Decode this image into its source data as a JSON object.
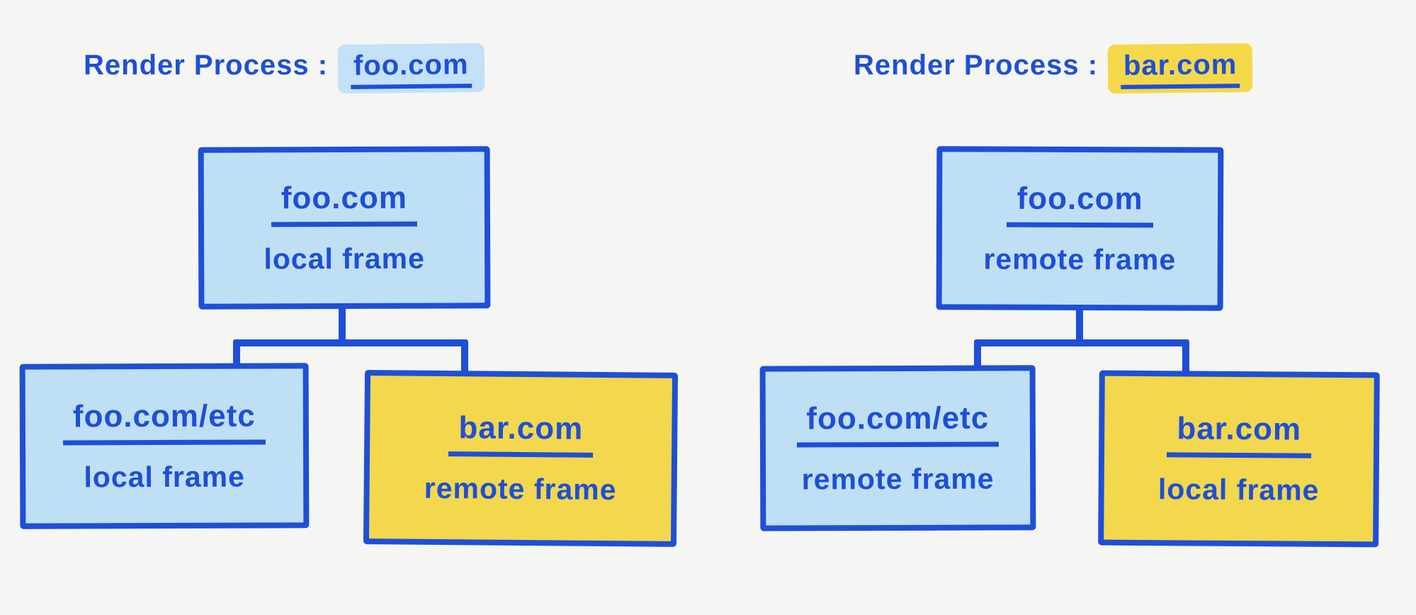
{
  "diagram": {
    "background_color": "#f5f5f3",
    "ink_color": "#1e4fd6",
    "light_blue_fill": "#bfdff4",
    "yellow_fill": "#f3d74d",
    "blue_highlight": "#c3e1f8",
    "yellow_highlight": "#f5d84a"
  },
  "processes": [
    {
      "title_prefix": "Render Process :",
      "domain": "foo.com",
      "highlight_color_name": "blue",
      "root": {
        "site": "foo.com",
        "frame": "local frame",
        "fill": "light-blue"
      },
      "children": [
        {
          "site": "foo.com/etc",
          "frame": "local frame",
          "fill": "light-blue"
        },
        {
          "site": "bar.com",
          "frame": "remote frame",
          "fill": "yellow"
        }
      ]
    },
    {
      "title_prefix": "Render Process :",
      "domain": "bar.com",
      "highlight_color_name": "yellow",
      "root": {
        "site": "foo.com",
        "frame": "remote frame",
        "fill": "light-blue"
      },
      "children": [
        {
          "site": "foo.com/etc",
          "frame": "remote frame",
          "fill": "light-blue"
        },
        {
          "site": "bar.com",
          "frame": "local frame",
          "fill": "yellow"
        }
      ]
    }
  ]
}
